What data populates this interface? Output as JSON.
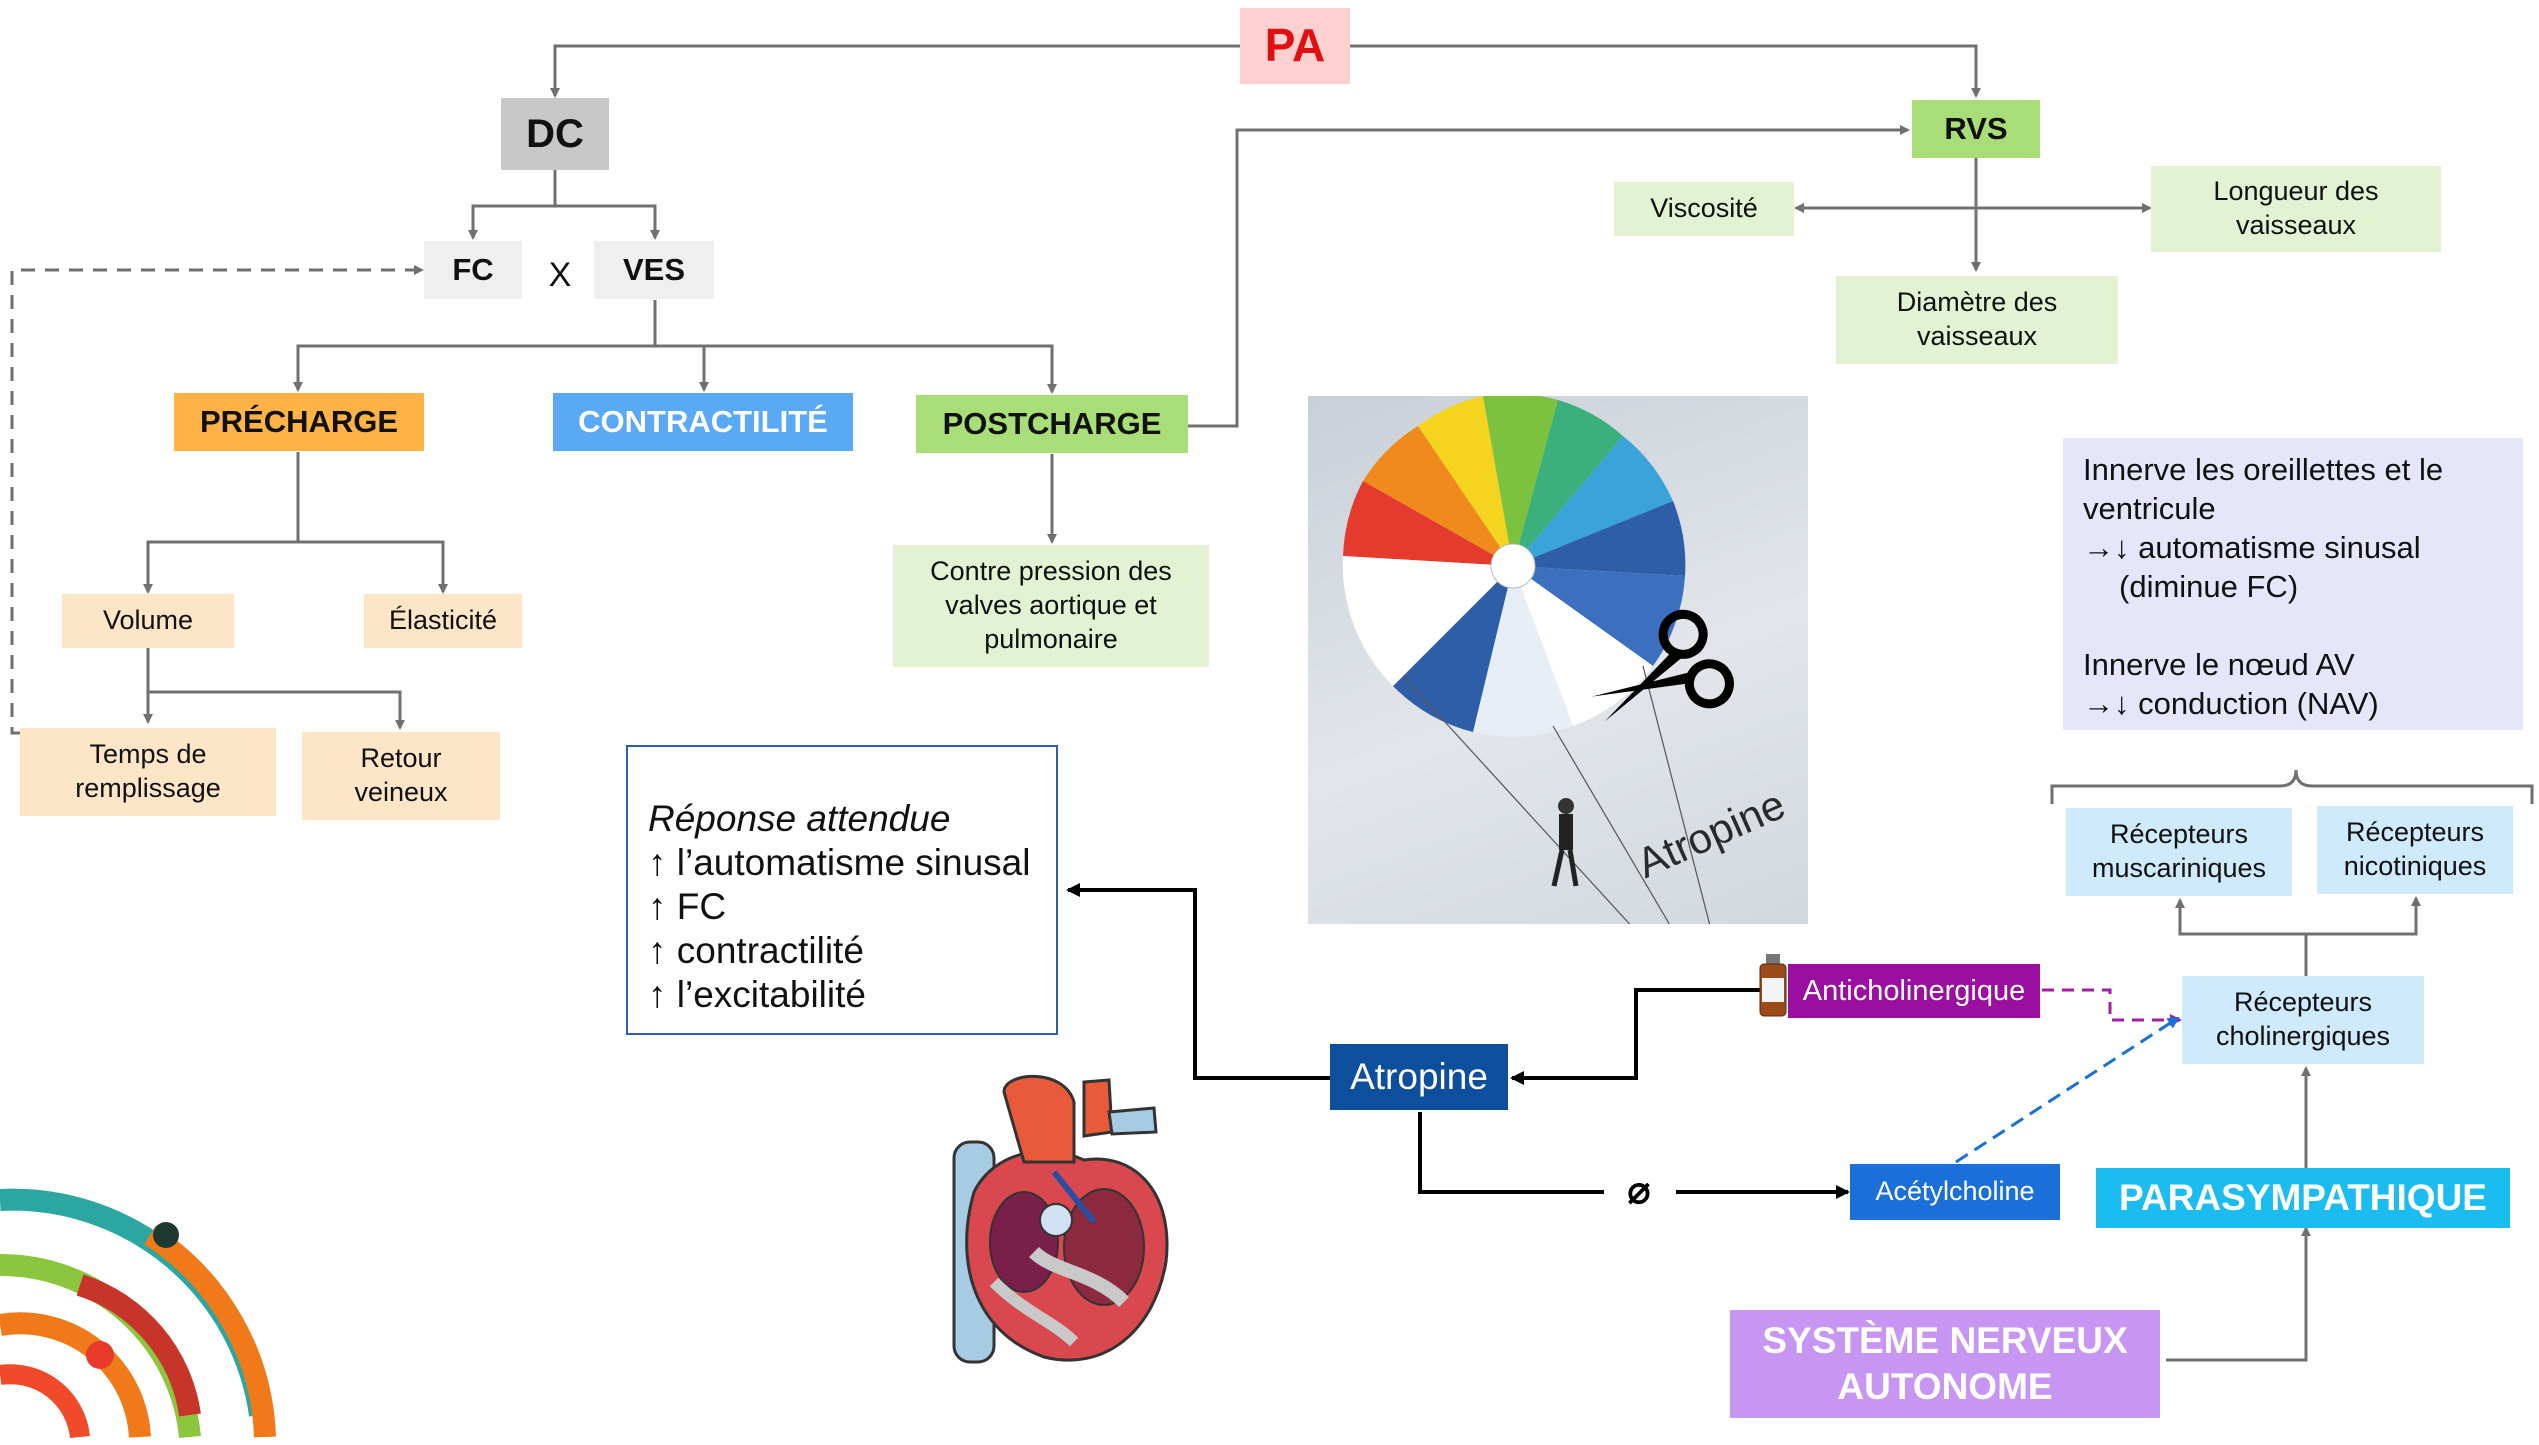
{
  "nodes": {
    "pa": "PA",
    "dc": "DC",
    "rvs": "RVS",
    "fc": "FC",
    "times": "X",
    "ves": "VES",
    "precharge": "PRÉCHARGE",
    "contractilite": "CONTRACTILITÉ",
    "postcharge": "POSTCHARGE",
    "volume": "Volume",
    "elasticite": "Élasticité",
    "temps_remplissage": "Temps de\nremplissage",
    "retour_veineux": "Retour\nveineux",
    "contre_pression": "Contre pression des\nvalves aortique et\npulmonaire",
    "viscosite": "Viscosité",
    "longueur": "Longueur des\nvaisseaux",
    "diametre": "Diamètre des\nvaisseaux",
    "atropine": "Atropine",
    "anticholinergique": "Anticholinergique",
    "acetylcholine": "Acétylcholine",
    "recepteurs_cholinergiques": "Récepteurs\ncholinergiques",
    "recepteurs_muscariniques": "Récepteurs\nmuscariniques",
    "recepteurs_nicotiniques": "Récepteurs\nnicotiniques",
    "parasympathique": "PARASYMPATHIQUE",
    "systeme_nerveux": "SYSTÈME NERVEUX\nAUTONOME",
    "blocked_symbol": "⌀"
  },
  "response": {
    "title": "Réponse attendue",
    "lines": [
      "↑ l’automatisme sinusal",
      "↑ FC",
      "↑ contractilité",
      "↑ l’excitabilité"
    ]
  },
  "innerve": {
    "line1": "Innerve les oreillettes et le",
    "line2": "ventricule",
    "line3": "→↓ automatisme sinusal",
    "line4": "(diminue FC)",
    "line5": "Innerve le nœud AV",
    "line6": "→↓ conduction (NAV)"
  },
  "photo": {
    "caption": "Atropine",
    "icon": "parachute-with-scissors-photo"
  },
  "illustrations": [
    "heart-illustration",
    "medicine-vial-icon",
    "scissors-icon",
    "logo-arcs"
  ],
  "colors": {
    "pa_bg": "#ffd0d0",
    "pa_text": "#e01010",
    "gray_box": "#c8c8c8",
    "light_gray": "#efefef",
    "precharge": "#ffb347",
    "contractilite": "#5aa9f5",
    "green": "#a8dd78",
    "light_orange": "#fde6c8",
    "light_green": "#e2f2d3",
    "atropine": "#0d4f9c",
    "anticholinergique": "#9b0fa0",
    "acetylcholine": "#1a6fd8",
    "light_blue": "#cfeafb",
    "parasympathique": "#1bbdf0",
    "systeme": "#c795f2"
  }
}
